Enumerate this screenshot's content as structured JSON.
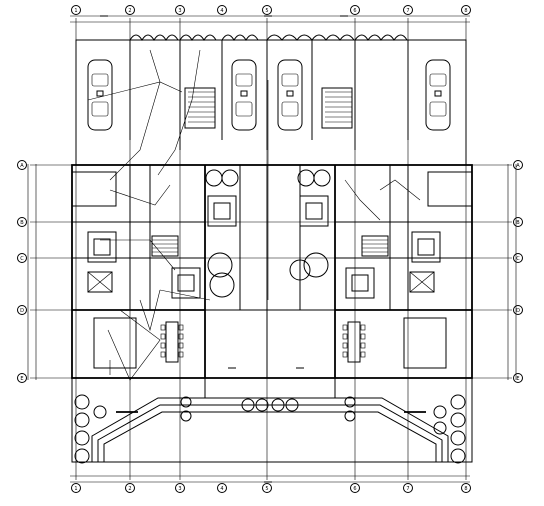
{
  "drawing": {
    "type": "architectural floor plan (electrical layout)",
    "colors": {
      "line": "#000000",
      "background": "#ffffff"
    },
    "grid_bubbles_top": [
      "1",
      "2",
      "3",
      "4",
      "5",
      "6",
      "7",
      "8"
    ],
    "grid_bubbles_bottom": [
      "1",
      "2",
      "3",
      "4",
      "5",
      "6",
      "7",
      "8"
    ],
    "grid_bubbles_left": [
      "A",
      "B",
      "C",
      "D",
      "E"
    ],
    "grid_bubbles_right": [
      "A",
      "B",
      "C",
      "D",
      "E"
    ],
    "garages": 4,
    "vehicles": 4
  }
}
